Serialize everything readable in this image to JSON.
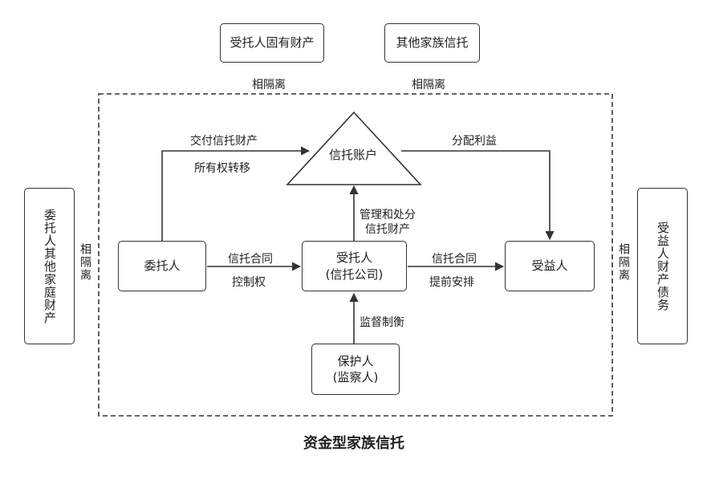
{
  "title": "资金型家族信托",
  "boxes": {
    "trustee_own_property": "受托人固有财产",
    "other_family_trust": "其他家族信托",
    "settlor": "委托人",
    "trustee": [
      "受托人",
      "(信托公司)"
    ],
    "beneficiary": "受益人",
    "protector": [
      "保护人",
      "(监察人)"
    ],
    "trust_account": "信托账户",
    "settlor_other_property": "委托人其他家庭财产",
    "beneficiary_debts": "受益人财产债务"
  },
  "labels": {
    "isolation_left_top": "相隔离",
    "isolation_right_top": "相隔离",
    "isolation_left_side": "相隔离",
    "isolation_right_side": "相隔离",
    "deliver_property": "交付信托财产",
    "ownership_transfer": "所有权转移",
    "distribute_benefits": "分配利益",
    "manage_dispose": [
      "管理和处分",
      "信托财产"
    ],
    "contract_left": "信托合同",
    "control_right": "控制权",
    "contract_right": "信托合同",
    "advance_arrangement": "提前安排",
    "supervision": "监督制衡"
  }
}
